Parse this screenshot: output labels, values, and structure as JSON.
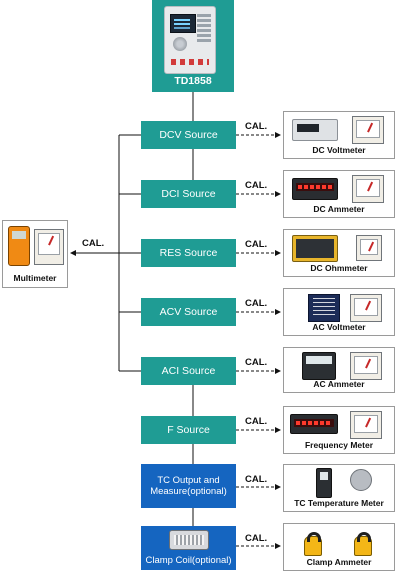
{
  "device": {
    "label": "TD1858"
  },
  "sources": [
    {
      "label": "DCV Source",
      "color": "#1f9c94"
    },
    {
      "label": "DCI Source",
      "color": "#1f9c94"
    },
    {
      "label": "RES Source",
      "color": "#1f9c94"
    },
    {
      "label": "ACV Source",
      "color": "#1f9c94"
    },
    {
      "label": "ACI Source",
      "color": "#1f9c94"
    },
    {
      "label": "F Source",
      "color": "#1f9c94"
    },
    {
      "label": "TC Output and Measure(optional)",
      "color": "#1565c0"
    },
    {
      "label": "Clamp Coil(optional)",
      "color": "#1565c0"
    }
  ],
  "cal_label": "CAL.",
  "meters": [
    {
      "label": "DC Voltmeter",
      "icons": [
        "digital-meter-icon",
        "analog-meter-icon"
      ]
    },
    {
      "label": "DC Ammeter",
      "icons": [
        "red-led-meter-icon",
        "analog-meter-icon"
      ]
    },
    {
      "label": "DC Ohmmeter",
      "icons": [
        "resistance-tester-icon",
        "analog-meter-icon"
      ]
    },
    {
      "label": "AC Voltmeter",
      "icons": [
        "blue-display-meter-icon",
        "analog-meter-icon"
      ]
    },
    {
      "label": "AC Ammeter",
      "icons": [
        "digital-panel-meter-icon",
        "analog-meter-icon"
      ]
    },
    {
      "label": "Frequency Meter",
      "icons": [
        "frequency-counter-icon",
        "analog-meter-icon"
      ]
    },
    {
      "label": "TC Temperature Meter",
      "icons": [
        "handheld-thermometer-icon",
        "thermocouple-probe-icon"
      ]
    },
    {
      "label": "Clamp Ammeter",
      "icons": [
        "clamp-meter-icon",
        "clamp-meter-icon"
      ]
    }
  ],
  "multimeter": {
    "label": "Multimeter",
    "icons": [
      "handheld-multimeter-icon",
      "analog-multimeter-icon"
    ]
  }
}
